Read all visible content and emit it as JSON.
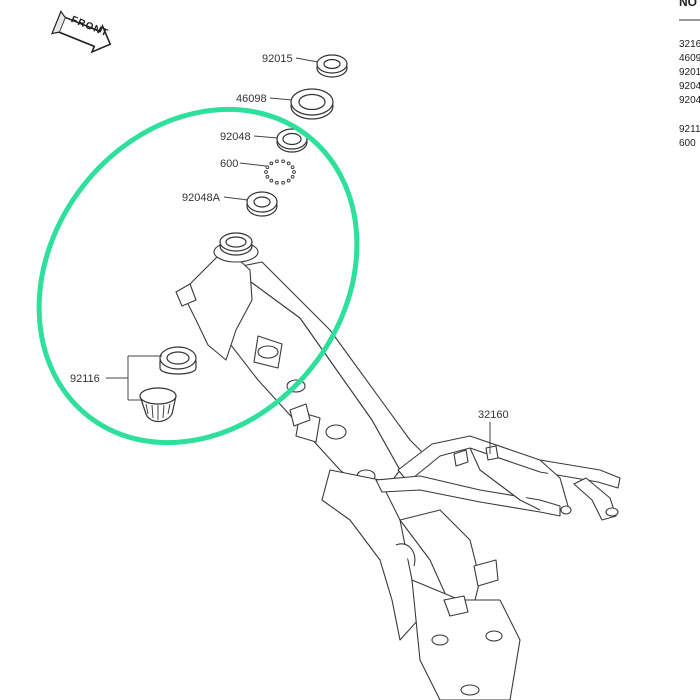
{
  "front_badge": {
    "text": "FRONT",
    "icon": "front-arrow-icon"
  },
  "callouts": {
    "p92015": "92015",
    "p46098": "46098",
    "p92048": "92048",
    "p600": "600",
    "p92048A": "92048A",
    "p92116": "92116",
    "p32160": "32160"
  },
  "notes_panel": {
    "heading": "NO",
    "lines": [
      "3216",
      "4609",
      "9201",
      "9204",
      "9204"
    ],
    "lines2": [
      "9211",
      "600"
    ]
  },
  "highlight": {
    "color": "#2fdf9c",
    "shape": "ellipse"
  }
}
